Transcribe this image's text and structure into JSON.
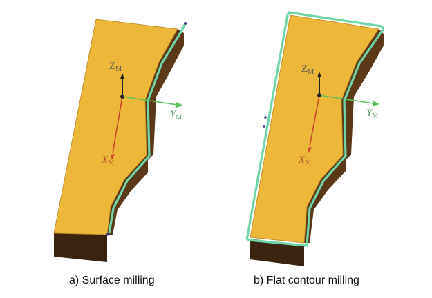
{
  "figure": {
    "panels": [
      {
        "id": "a",
        "caption": "a) Surface milling",
        "axes": {
          "z": "Z",
          "y": "Y",
          "x": "X",
          "subscript": "M"
        }
      },
      {
        "id": "b",
        "caption": "b) Flat contour milling",
        "axes": {
          "z": "Z",
          "y": "Y",
          "x": "X",
          "subscript": "M"
        }
      }
    ],
    "colors": {
      "part_top": "#EDB83A",
      "part_side": "#4A2E14",
      "toolpath": "#6FD6A8",
      "z_axis": "#222222",
      "y_axis": "#5CC25C",
      "x_axis": "#C8442A",
      "axis_label": "#555555",
      "y_label": "#5A9E6A",
      "x_label": "#B0502E",
      "point_marker": "#3A3A8A"
    }
  }
}
